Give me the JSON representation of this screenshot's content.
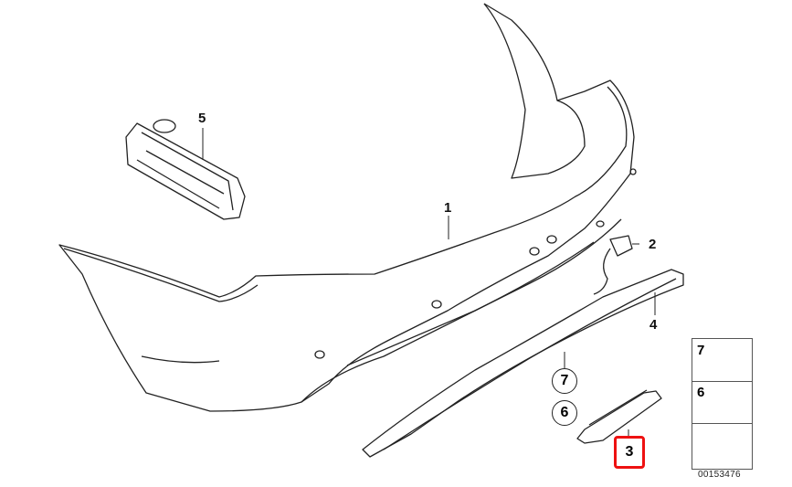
{
  "diagram": {
    "callouts": {
      "part_1": "1",
      "part_2": "2",
      "part_3": "3",
      "part_4": "4",
      "part_5": "5",
      "part_6": "6",
      "part_7": "7"
    },
    "highlight_color": "#e11111",
    "legend": [
      {
        "number": "7",
        "icon": "clip-nut-icon"
      },
      {
        "number": "6",
        "icon": "hex-screw-icon"
      },
      {
        "number": "",
        "icon": "direction-arrow-icon"
      }
    ],
    "diagram_number": "00153476"
  }
}
